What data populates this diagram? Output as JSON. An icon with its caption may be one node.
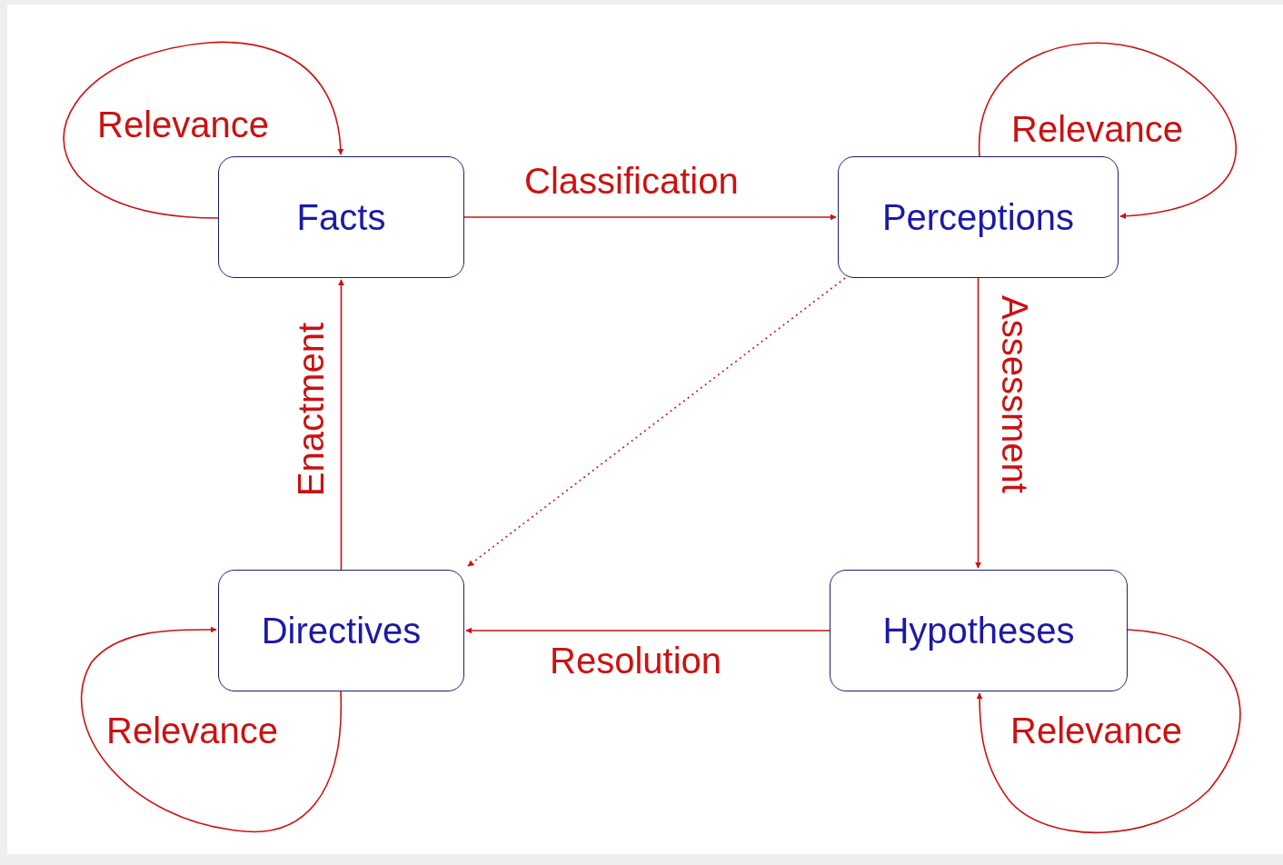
{
  "diagram": {
    "nodes": [
      {
        "text": [
          "Facts"
        ]
      },
      {
        "text": [
          "Perceptions"
        ]
      },
      {
        "text": [
          "Directives"
        ]
      },
      {
        "text": [
          "Hypotheses"
        ]
      }
    ],
    "edges": [
      {
        "from": 0,
        "to": 0,
        "arrow": "to",
        "label": "Relevance"
      },
      {
        "from": 1,
        "to": 1,
        "arrow": "to",
        "label": "Relevance"
      },
      {
        "from": 0,
        "to": 1,
        "arrow": "to",
        "label": "Classification"
      },
      {
        "from": 1,
        "to": 3,
        "arrow": "to",
        "label": "Assessment"
      },
      {
        "from": 2,
        "to": 0,
        "arrow": "to",
        "label": "Enactment"
      },
      {
        "from": 1,
        "to": 2,
        "arrow": "to",
        "style": "dashed"
      },
      {
        "from": 3,
        "to": 2,
        "arrow": "to",
        "label": "Resolution"
      },
      {
        "from": 2,
        "to": 2,
        "arrow": "to",
        "label": "Relevance"
      },
      {
        "from": 3,
        "to": 3,
        "arrow": "to",
        "label": "Relevance"
      }
    ]
  }
}
